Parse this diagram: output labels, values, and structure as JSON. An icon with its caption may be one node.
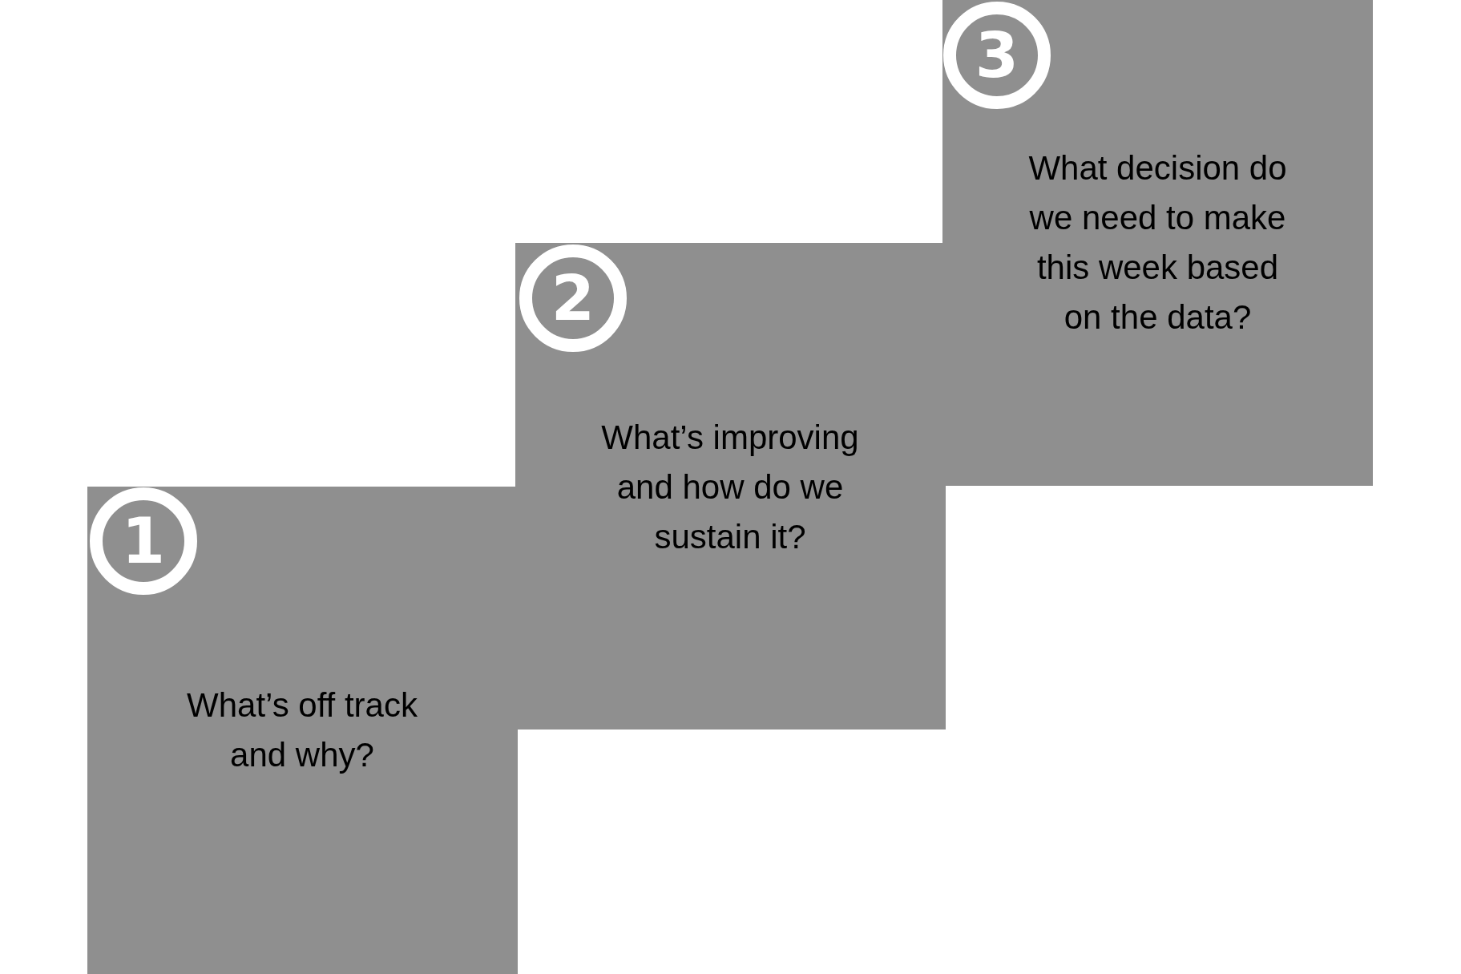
{
  "diagram": {
    "nodes": [
      {
        "text": [
          "What’s off track and why?"
        ]
      },
      {
        "text": [
          "1"
        ],
        "in": 0
      },
      {
        "text": [
          "What’s improving and how do we sustain it?"
        ]
      },
      {
        "text": [
          "2"
        ],
        "in": 2
      },
      {
        "text": [
          "What decision do we need to make this week based on the data?"
        ]
      },
      {
        "text": [
          "3"
        ],
        "in": 4
      }
    ],
    "edges": []
  }
}
